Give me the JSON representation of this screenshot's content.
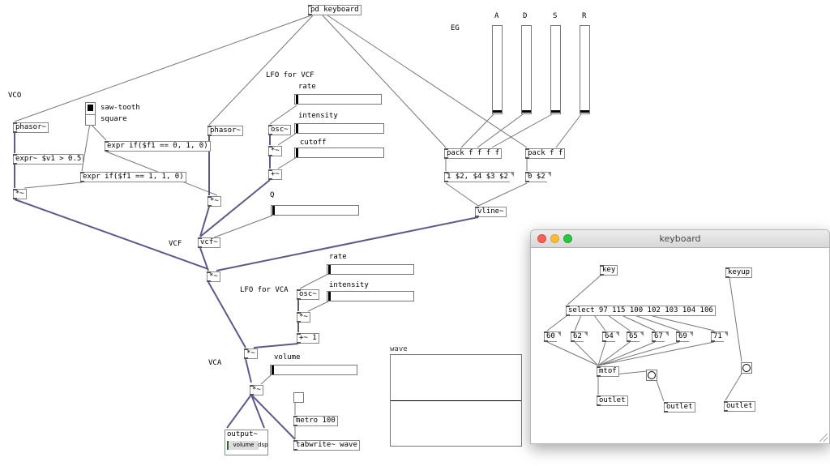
{
  "main": {
    "title_object": "pd keyboard",
    "eg_label": "EG",
    "adsr": [
      "A",
      "D",
      "S",
      "R"
    ],
    "vco_label": "VCO",
    "phasor1": "phasor~",
    "expr_vco": "expr~ $v1 > 0.5",
    "mul1": "*~",
    "radio_saw": "saw-tooth",
    "radio_square": "square",
    "expr_a": "expr if($f1 == 0, 1, 0)",
    "expr_b": "expr if($f1 == 1, 1, 0)",
    "phasor2": "phasor~",
    "mul2": "*~",
    "lfo_vcf_label": "LFO for VCF",
    "rate_label": "rate",
    "osc1": "osc~",
    "intensity_label": "intensity",
    "mul3": "*~",
    "cutoff_label": "cutoff",
    "add1": "+~",
    "q_label": "Q",
    "vcf_label": "VCF",
    "vcf": "vcf~",
    "mul4": "*~",
    "pack1": "pack f f f f",
    "pack2": "pack f f",
    "msg1": "1 $2, $4 $3 $2",
    "msg2": "0 $2",
    "vline": "vline~",
    "lfo_vca_label": "LFO for VCA",
    "rate2_label": "rate",
    "osc2": "osc~",
    "intensity2_label": "intensity",
    "mul5": "*~",
    "add2": "+~ 1",
    "vca_label": "VCA",
    "mul6": "*~",
    "volume_label": "volume",
    "mul7": "*~",
    "metro": "metro 100",
    "tabwrite": "tabwrite~ wave",
    "output_title": "output~",
    "output_volume": "volume",
    "output_dsp": "dsp",
    "graph_label": "wave"
  },
  "keyboard_window": {
    "title": "keyboard",
    "key": "key",
    "keyup": "keyup",
    "select": "select 97 115 100 102 103 104 106",
    "notes": [
      "60",
      "62",
      "64",
      "65",
      "67",
      "69",
      "71"
    ],
    "mtof": "mtof",
    "outlet1": "outlet",
    "outlet2": "outlet",
    "outlet3": "outlet"
  }
}
